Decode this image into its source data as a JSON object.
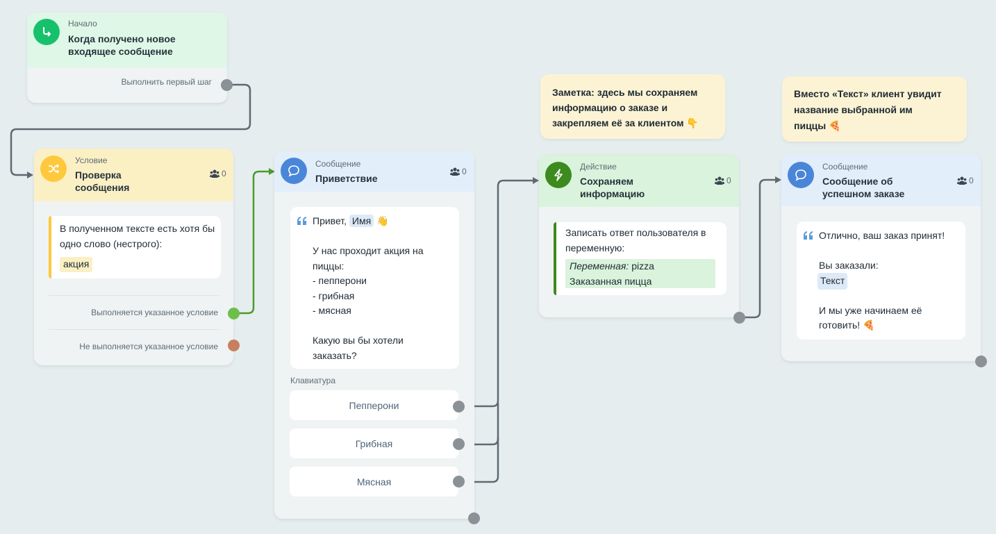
{
  "start": {
    "type_label": "Начало",
    "title": "Когда получено новое входящее сообщение",
    "first_step_label": "Выполнить первый шаг"
  },
  "condition": {
    "type_label": "Условие",
    "title": "Проверка сообщения",
    "subscribers": "0",
    "description": "В полученном тексте есть хотя бы одно слово (нестрого):",
    "keyword": "акция",
    "branch_true": "Выполняется указанное условие",
    "branch_false": "Не выполняется указанное условие"
  },
  "greeting": {
    "type_label": "Сообщение",
    "title": "Приветствие",
    "subscribers": "0",
    "text_hello": "Привет,",
    "name_variable": "Имя",
    "emoji": "👋",
    "text_lines": [
      "У нас проходит акция на",
      "пиццы:",
      "- пепперони",
      "- грибная",
      "- мясная"
    ],
    "question_lines": [
      "Какую вы бы хотели",
      "заказать?"
    ],
    "keyboard_label": "Клавиатура",
    "buttons": [
      "Пепперони",
      "Грибная",
      "Мясная"
    ]
  },
  "note_action": {
    "lines": [
      "Заметка: здесь мы сохраняем",
      "информацию о заказе и",
      "закрепляем её за клиентом"
    ],
    "emoji": "👇"
  },
  "action": {
    "type_label": "Действие",
    "title": "Сохраняем информацию",
    "subscribers": "0",
    "description": "Записать ответ пользователя в переменную:",
    "variable_label": "Переменная:",
    "variable_name": "pizza",
    "variable_description": "Заказанная пицца"
  },
  "note_success": {
    "lines": [
      "Вместо «Текст» клиент увидит",
      "название выбранной им",
      "пиццы"
    ],
    "emoji": "🍕"
  },
  "success": {
    "type_label": "Сообщение",
    "title": "Сообщение об успешном заказе",
    "subscribers": "0",
    "line1": "Отлично, ваш заказ принят!",
    "line2": "Вы заказали:",
    "text_variable": "Текст",
    "line3": "И мы уже начинаем её",
    "line4": "готовить!",
    "emoji": "🍕"
  },
  "colors": {
    "start_green": "#17c16b",
    "condition_yellow": "#ffc83d",
    "message_blue": "#4a86d8",
    "action_green": "#3d8a1f",
    "true_port": "#6dbf4c",
    "false_port": "#c87f5f",
    "wire_gray": "#5f6a70",
    "wire_green": "#4a9a2c"
  }
}
